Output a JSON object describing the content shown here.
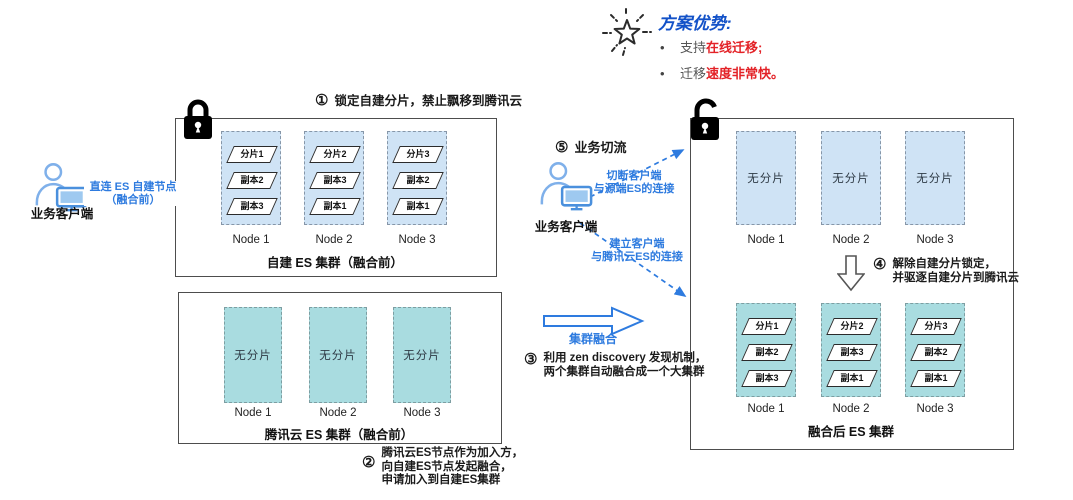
{
  "advantages": {
    "title": "方案优势:",
    "bullet1_prefix": "支持",
    "bullet1_highlight": "在线迁移;",
    "bullet2_prefix": "迁移",
    "bullet2_highlight": "速度非常快。"
  },
  "steps": {
    "s1_num": "①",
    "s1_text": "锁定自建分片，禁止飘移到腾讯云",
    "s2_num": "②",
    "s2_line1": "腾讯云ES节点作为加入方，",
    "s2_line2": "向自建ES节点发起融合，",
    "s2_line3": "申请加入到自建ES集群",
    "s3_num": "③",
    "s3_line1": "利用 zen discovery 发现机制，",
    "s3_line2": "两个集群自动融合成一个大集群",
    "s4_num": "④",
    "s4_line1": "解除自建分片锁定，",
    "s4_line2": "并驱逐自建分片到腾讯云",
    "s5_num": "⑤",
    "s5_text": "业务切流"
  },
  "client_left": {
    "label": "业务客户端",
    "conn_line1": "直连 ES 自建节点",
    "conn_line2": "（融合前）"
  },
  "client_mid": {
    "label": "业务客户端",
    "cut_line1": "切断客户端",
    "cut_line2": "与源端ES的连接",
    "new_line1": "建立客户端",
    "new_line2": "与腾讯云ES的连接"
  },
  "fusion_arrow_label": "集群融合",
  "cluster_self": {
    "title": "自建 ES 集群（融合前）",
    "node_names": [
      "Node 1",
      "Node 2",
      "Node 3"
    ],
    "shards": [
      [
        "分片1",
        "副本2",
        "副本3"
      ],
      [
        "分片2",
        "副本3",
        "副本1"
      ],
      [
        "分片3",
        "副本2",
        "副本1"
      ]
    ]
  },
  "cluster_tencent": {
    "title": "腾讯云 ES 集群（融合前）",
    "node_names": [
      "Node 1",
      "Node 2",
      "Node 3"
    ],
    "empty_label": "无分片"
  },
  "cluster_merged": {
    "title": "融合后 ES 集群",
    "top_node_names": [
      "Node 1",
      "Node 2",
      "Node 3"
    ],
    "bottom_node_names": [
      "Node 1",
      "Node 2",
      "Node 3"
    ],
    "empty_label": "无分片",
    "shards": [
      [
        "分片1",
        "副本2",
        "副本3"
      ],
      [
        "分片2",
        "副本3",
        "副本1"
      ],
      [
        "分片3",
        "副本2",
        "副本1"
      ]
    ]
  },
  "colors": {
    "accent_blue": "#2e7bdf",
    "title_blue": "#1352c8",
    "highlight_red": "#e32227",
    "node_blue": "#cfe3f5",
    "node_teal": "#a9dce0",
    "lock_black": "#000000"
  }
}
